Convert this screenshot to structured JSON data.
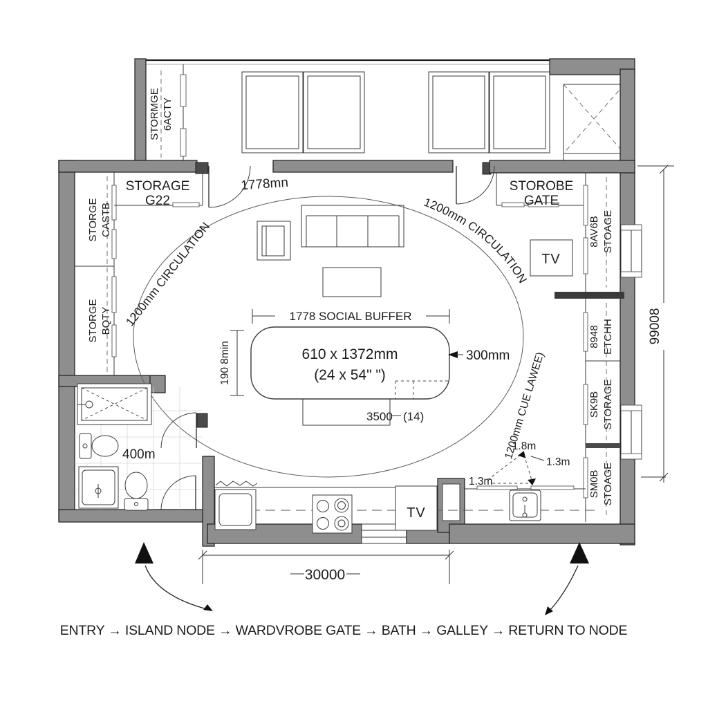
{
  "plan": {
    "type": "floor-plan",
    "rooms": {
      "strip_closet": {
        "line1": "STORMGE",
        "line2": "6ACTY"
      },
      "storage_g22": {
        "line1": "STORAGE",
        "line2": "G22"
      },
      "storobe_gate": {
        "line1": "STOROBE",
        "line2": "GATE"
      },
      "left_cell_1": {
        "line1": "STORGE",
        "line2": "CASTB"
      },
      "left_cell_2": {
        "line1": "STORGE",
        "line2": "BQTY"
      },
      "right_cell_1": {
        "line1": "STOAGE",
        "line2": "8AV6B"
      },
      "right_cell_2": {
        "line1": "ETCHH",
        "line2": "8948"
      },
      "right_cell_3": {
        "line1": "STORAGE",
        "line2": "SK9B"
      },
      "right_cell_4": {
        "line1": "STOAGE",
        "line2": "SM0B"
      },
      "tv_living": "TV",
      "tv_galley": "TV"
    },
    "annotations": {
      "dim_top": "1778mn",
      "circulation_top": "1200mm CIRCULATION",
      "circulation_left": "1200mm CIRCULATION",
      "circulation_right": "1200mm CUE LAWEE)",
      "social_buffer": "1778 SOCIAL BUFFER",
      "island_size_metric": "610 x 1372mm",
      "island_size_imperial": "(24 x 54\" \")",
      "island_left_dim": "190 8min",
      "island_right_dim": "300mm",
      "island_below_dim": "3500",
      "island_below_ref": "(14)",
      "bath_dim": "400m",
      "triangle_top": "1.8m",
      "triangle_right": "1.3m",
      "triangle_left": "1.3m",
      "width_dim": "30000",
      "height_dim": "99008"
    },
    "flow": {
      "steps": [
        "ENTRY",
        "ISLAND NODE",
        "WARDVROBE GATE",
        "BATH",
        "GALLEY",
        "RETURN TO NODE"
      ],
      "separator": "→",
      "sequence": "ENTRY → ISLAND NODE → WARDVROBE GATE → BATH → GALLEY → RETURN TO NODE"
    },
    "colors": {
      "wall": "#8e8e8e",
      "line": "#1c1c1c",
      "tile": "#d7d7d7",
      "background": "#ffffff"
    }
  }
}
